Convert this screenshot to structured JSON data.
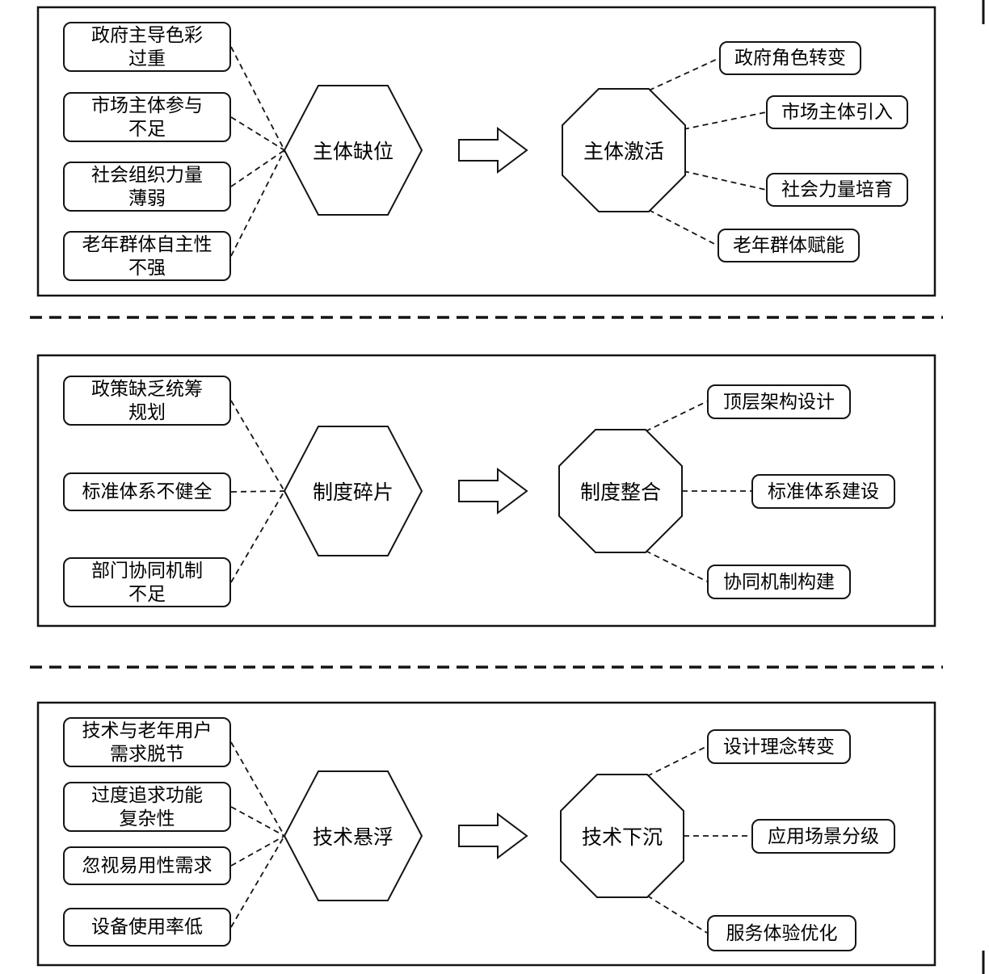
{
  "panels": [
    {
      "problems": [
        "政府主导色彩\n过重",
        "市场主体参与\n不足",
        "社会组织力量\n薄弱",
        "老年群体自主性\n不强"
      ],
      "hex_label": "主体缺位",
      "oct_label": "主体激活",
      "solutions": [
        "政府角色转变",
        "市场主体引入",
        "社会力量培育",
        "老年群体赋能"
      ]
    },
    {
      "problems": [
        "政策缺乏统筹\n规划",
        "标准体系不健全",
        "部门协同机制\n不足"
      ],
      "hex_label": "制度碎片",
      "oct_label": "制度整合",
      "solutions": [
        "顶层架构设计",
        "标准体系建设",
        "协同机制构建"
      ]
    },
    {
      "problems": [
        "技术与老年用户\n需求脱节",
        "过度追求功能\n复杂性",
        "忽视易用性需求",
        "设备使用率低"
      ],
      "hex_label": "技术悬浮",
      "oct_label": "技术下沉",
      "solutions": [
        "设计理念转变",
        "应用场景分级",
        "服务体验优化"
      ]
    }
  ],
  "colors": {
    "stroke": "#141414",
    "background": "#ffffff"
  }
}
